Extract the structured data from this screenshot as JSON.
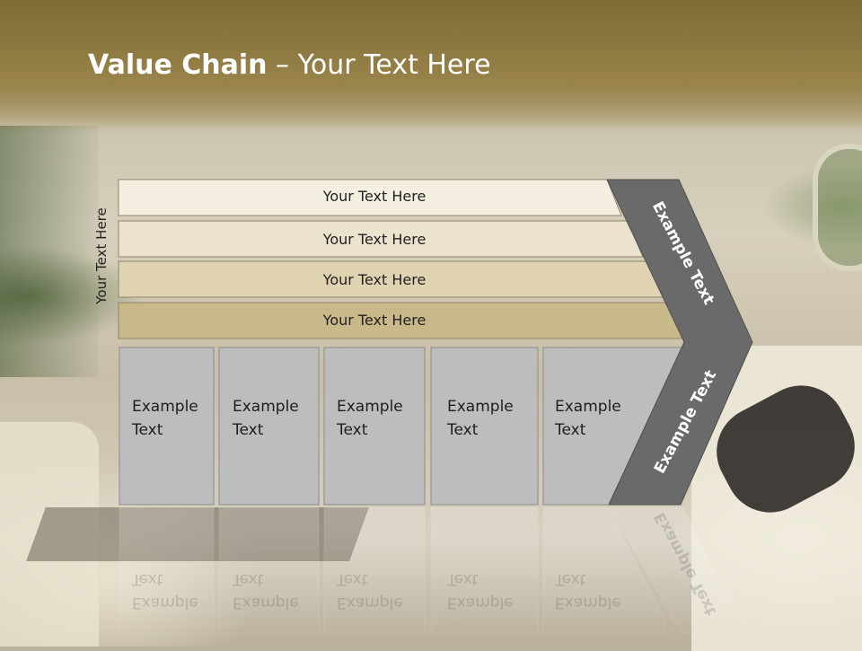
{
  "slide": {
    "title_bold": "Value Chain",
    "title_rest": " – Your Text Here",
    "side_label": "Your Text Here",
    "bars": [
      {
        "label": "Your Text Here",
        "color": "#f4efe1"
      },
      {
        "label": "Your Text Here",
        "color": "#ebe3cd"
      },
      {
        "label": "Your Text Here",
        "color": "#dfd3b2"
      },
      {
        "label": "Your Text Here",
        "color": "#c9b88a"
      }
    ],
    "chevron_top": "Example Text",
    "chevron_bottom": "Example Text",
    "boxes": [
      {
        "line1": "Example",
        "line2": "Text"
      },
      {
        "line1": "Example",
        "line2": "Text"
      },
      {
        "line1": "Example",
        "line2": "Text"
      },
      {
        "line1": "Example",
        "line2": "Text"
      },
      {
        "line1": "Example",
        "line2": "Text"
      }
    ],
    "colors": {
      "box": "#bdbdbd",
      "chevron": "#6a6a6a",
      "title_band": "#806a34"
    }
  }
}
